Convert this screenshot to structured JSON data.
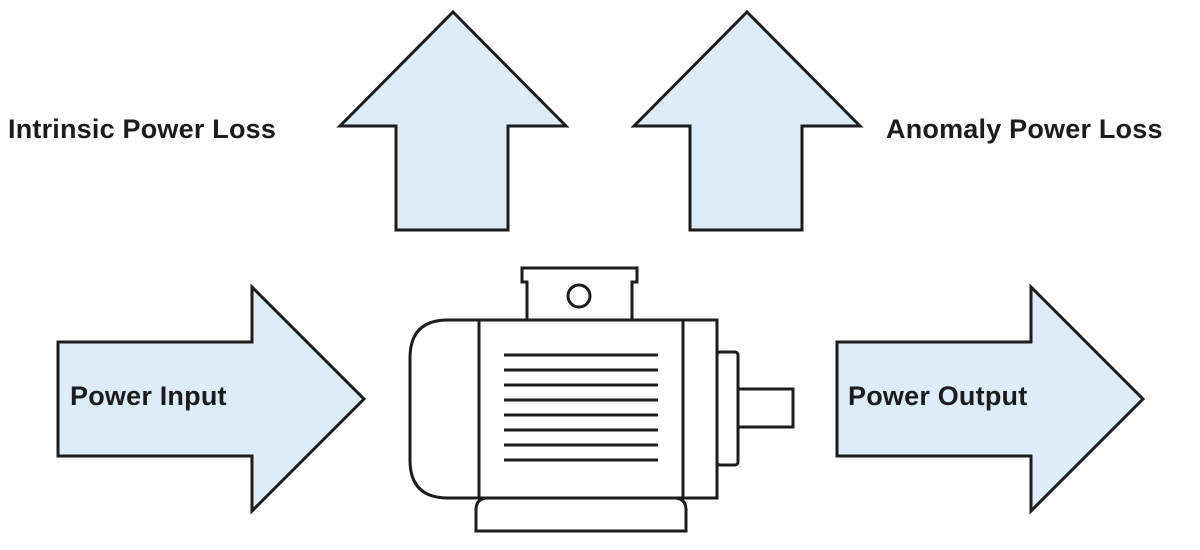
{
  "labels": {
    "intrinsic_loss": "Intrinsic Power Loss",
    "anomaly_loss": "Anomaly Power Loss",
    "power_input": "Power Input",
    "power_output": "Power Output"
  },
  "colors": {
    "arrow_fill": "#dcecfa",
    "outline": "#1c1c1c"
  },
  "icons": {
    "motor": "electric-motor-icon"
  }
}
